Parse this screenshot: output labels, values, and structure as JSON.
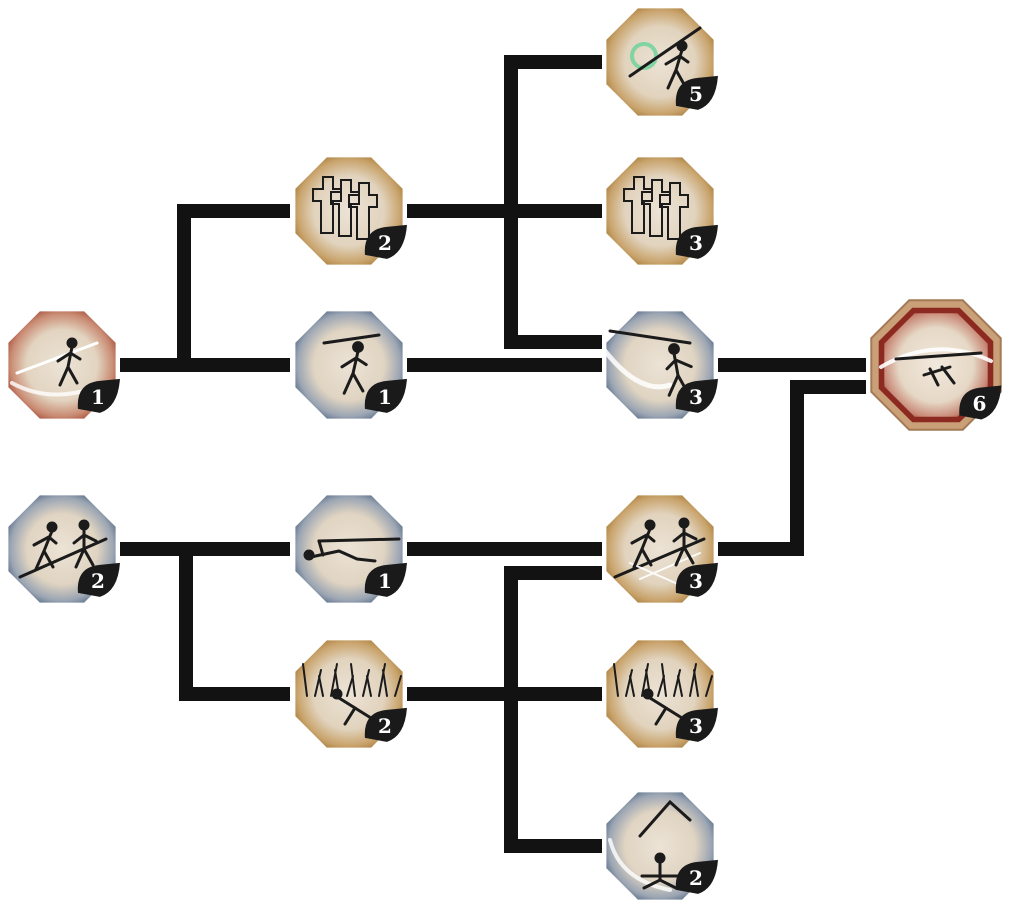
{
  "colors": {
    "red": "#9b3a2a",
    "blue": "#3e5778",
    "gold": "#a3752f",
    "parchment": "#e8ddcc",
    "line": "#121212",
    "badge": "#1a1a1a",
    "capstone_frame": "#c9a078",
    "capstone_accent": "#8c2a22"
  },
  "nodes": [
    {
      "id": "n1",
      "color": "red",
      "cost": "1",
      "icon": "spear-lunge-icon"
    },
    {
      "id": "n2",
      "color": "gold",
      "cost": "2",
      "icon": "three-figures-icon"
    },
    {
      "id": "n3",
      "color": "blue",
      "cost": "1",
      "icon": "spear-leap-icon"
    },
    {
      "id": "n4",
      "color": "gold",
      "cost": "5",
      "icon": "spirit-strike-icon"
    },
    {
      "id": "n5",
      "color": "gold",
      "cost": "3",
      "icon": "three-figures-icon"
    },
    {
      "id": "n6",
      "color": "blue",
      "cost": "3",
      "icon": "spear-sweep-icon"
    },
    {
      "id": "n7",
      "color": "capstone",
      "cost": "6",
      "icon": "capstone-strike-icon"
    },
    {
      "id": "n8",
      "color": "blue",
      "cost": "2",
      "icon": "spear-duel-icon"
    },
    {
      "id": "n9",
      "color": "blue",
      "cost": "1",
      "icon": "spear-slide-icon"
    },
    {
      "id": "n10",
      "color": "gold",
      "cost": "2",
      "icon": "grass-crouch-icon"
    },
    {
      "id": "n11",
      "color": "gold",
      "cost": "3",
      "icon": "shatter-duel-icon"
    },
    {
      "id": "n12",
      "color": "gold",
      "cost": "3",
      "icon": "grass-crouch-icon"
    },
    {
      "id": "n13",
      "color": "blue",
      "cost": "2",
      "icon": "spear-vault-icon"
    }
  ]
}
